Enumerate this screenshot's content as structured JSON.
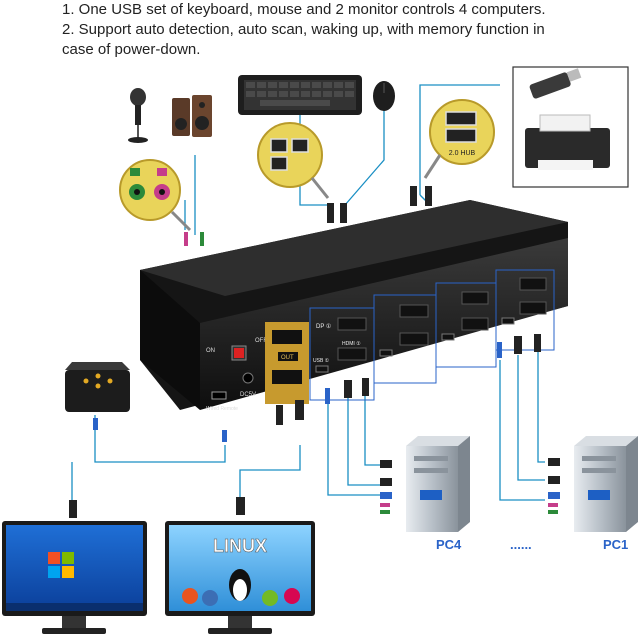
{
  "notes": [
    "1. One USB set of keyboard, mouse and 2 monitor controls 4 computers.",
    "2. Support auto detection, auto scan, waking up, with memory function in",
    " case of power-down."
  ],
  "device": {
    "port_labels": [
      "DP ①",
      "HDMI ①",
      "USB ①",
      "OUT"
    ],
    "switch_labels": [
      "ON",
      "OFF",
      "DC5V",
      "Wired Remote"
    ],
    "hub_label": "2.0 HUB"
  },
  "pcs": [
    "PC4",
    "......",
    "PC1"
  ],
  "monitor_logo": "LINUX",
  "colors": {
    "cable": "#1a8fc4",
    "device": "#1b1b1b",
    "gold": "#c79a2e",
    "pc_label": "#2a63c8"
  }
}
